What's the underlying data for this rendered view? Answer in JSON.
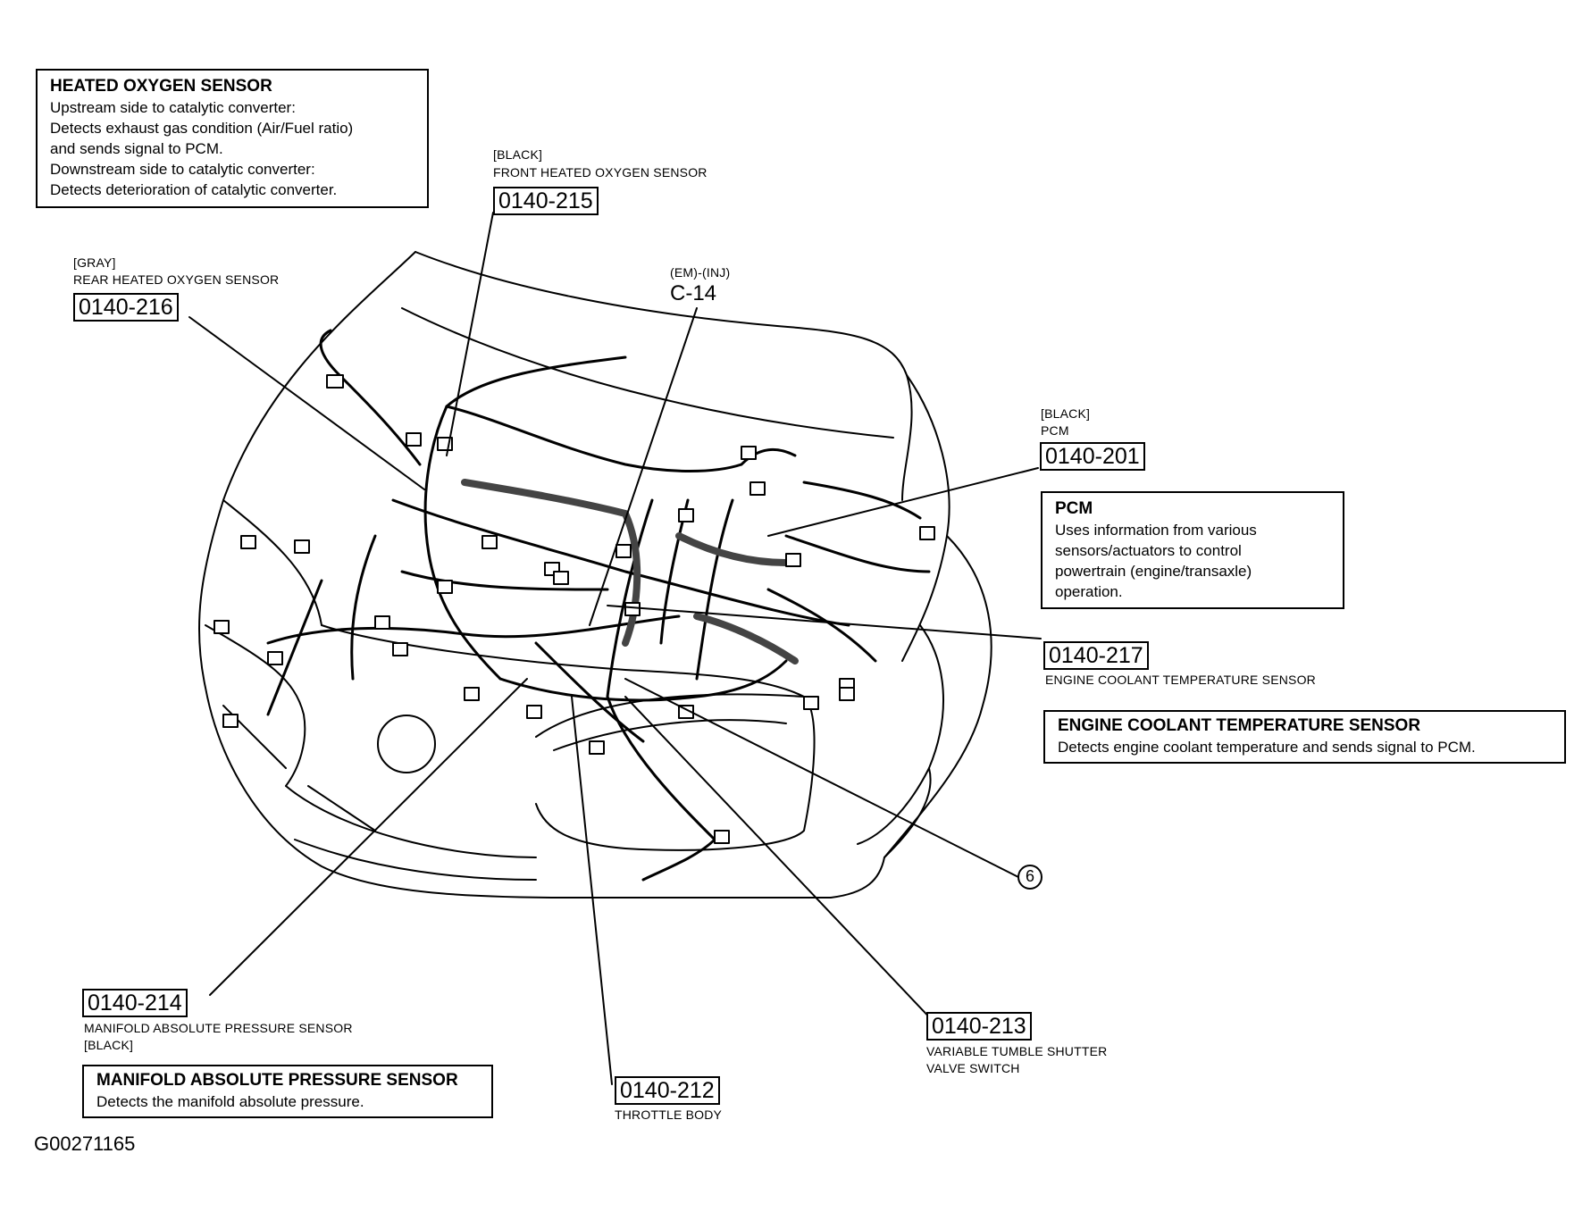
{
  "boxes": {
    "heated_oxygen_sensor": {
      "title": "HEATED OXYGEN SENSOR",
      "lines": [
        "Upstream side to catalytic converter:",
        "Detects exhaust gas condition (Air/Fuel ratio)",
        "and sends signal to PCM.",
        "Downstream side to catalytic converter:",
        "Detects deterioration of catalytic converter."
      ]
    },
    "pcm": {
      "title": "PCM",
      "lines": [
        "Uses information from various",
        "sensors/actuators to control",
        "powertrain (engine/transaxle)",
        "operation."
      ]
    },
    "ect_sensor": {
      "title": "ENGINE COOLANT TEMPERATURE SENSOR",
      "lines": [
        "Detects engine coolant temperature and sends signal to PCM."
      ]
    },
    "map_sensor": {
      "title": "MANIFOLD ABSOLUTE PRESSURE SENSOR",
      "lines": [
        "Detects the manifold absolute pressure."
      ]
    }
  },
  "callouts": {
    "front_ho2s": {
      "color": "[BLACK]",
      "name": "FRONT HEATED OXYGEN SENSOR",
      "code": "0140-215"
    },
    "rear_ho2s": {
      "color": "[GRAY]",
      "name": "REAR HEATED OXYGEN SENSOR",
      "code": "0140-216"
    },
    "connector": {
      "label": "(EM)-(INJ)",
      "code": "C-14"
    },
    "pcm": {
      "color": "[BLACK]",
      "name": "PCM",
      "code": "0140-201"
    },
    "ect": {
      "code": "0140-217",
      "name": "ENGINE COOLANT TEMPERATURE SENSOR"
    },
    "map": {
      "code": "0140-214",
      "name": "MANIFOLD ABSOLUTE PRESSURE SENSOR",
      "color": "[BLACK]"
    },
    "throttle": {
      "code": "0140-212",
      "name": "THROTTLE BODY"
    },
    "vts": {
      "code": "0140-213",
      "name_line1": "VARIABLE TUMBLE SHUTTER",
      "name_line2": "VALVE SWITCH"
    },
    "ground": {
      "number": "6"
    }
  },
  "figure_id": "G00271165"
}
